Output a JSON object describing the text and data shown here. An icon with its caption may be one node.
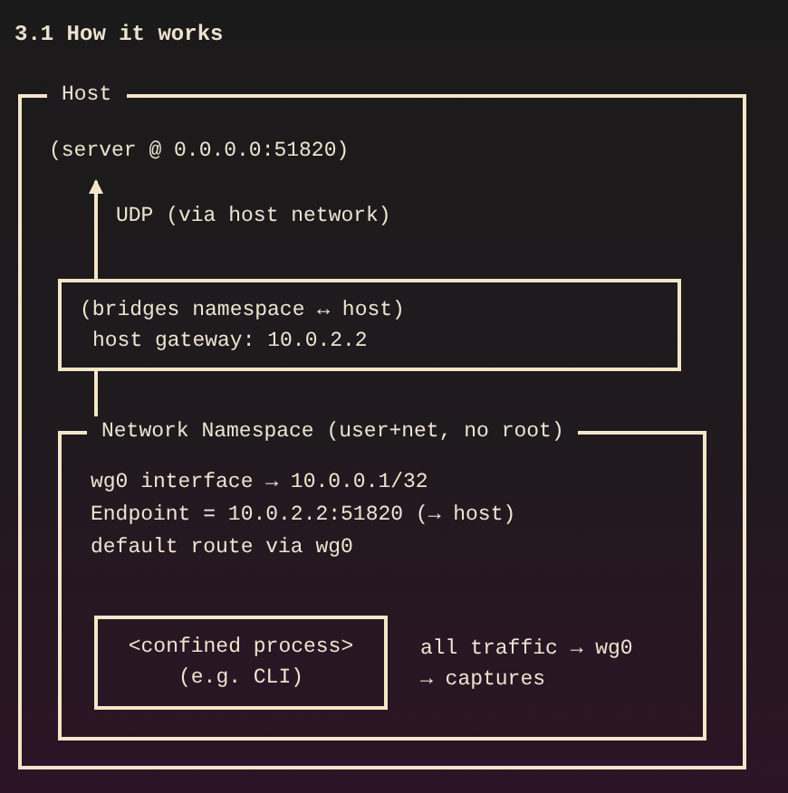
{
  "diagram": {
    "title": "3.1 How it works",
    "nodes": [
      {
        "text": [
          "Host"
        ]
      },
      {
        "text": [
          "(server @ 0.0.0.0:51820)"
        ],
        "in": 0
      },
      {
        "text": [
          "(bridges namespace ↔ host)",
          "host gateway: 10.0.2.2"
        ],
        "in": 0
      },
      {
        "text": [
          "Network Namespace (user+net, no root)",
          "wg0 interface → 10.0.0.1/32",
          "Endpoint = 10.0.2.2:51820 (→ host)",
          "default route via wg0"
        ],
        "in": 0
      },
      {
        "text": [
          "<confined process>",
          "(e.g. CLI)"
        ],
        "in": 3,
        "beside": [
          "all traffic → wg0",
          "→ captures"
        ]
      }
    ],
    "edges": [
      {
        "from": 3,
        "to": 2,
        "arrow": "none"
      },
      {
        "from": 2,
        "to": 1,
        "arrow": "to",
        "label": "UDP (via host network)"
      }
    ]
  }
}
